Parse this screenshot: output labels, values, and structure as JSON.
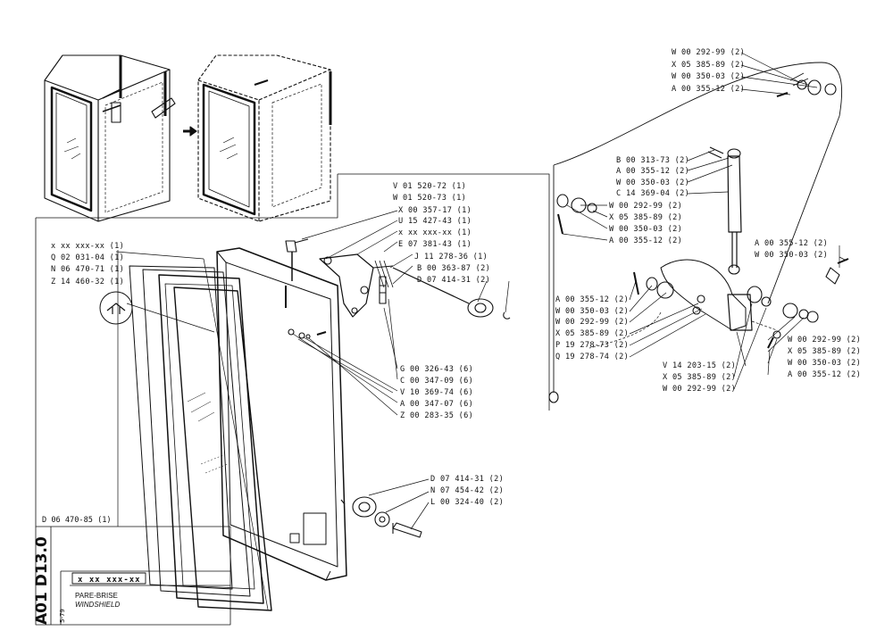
{
  "page": {
    "code": "A01 D13.0",
    "date": "5-79",
    "reference": "x xx xxx-xx",
    "title_fr": "PARE-BRISE",
    "title_en": "WINDSHIELD"
  },
  "left_labels": [
    "x xx xxx-xx (1)",
    "Q 02 031-04 (1)",
    "N 06 470-71 (1)",
    "Z 14 460-32 (1)"
  ],
  "bottom_left_label": "D 06 470-85 (1)",
  "hinge_labels_top": [
    "V 01 520-72 (1)",
    "W 01 520-73 (1)",
    "X 00 357-17 (1)",
    "U 15 427-43 (1)",
    "x xx xxx-xx (1)",
    "E 07 381-43 (1)",
    "J 11 278-36 (1)",
    "B 00 363-87 (2)",
    "D 07 414-31 (2)"
  ],
  "hinge_labels_bottom": [
    "G 00 326-43 (6)",
    "C 00 347-09 (6)",
    "V 10 369-74 (6)",
    "A 00 347-07 (6)",
    "Z 00 283-35 (6)"
  ],
  "lower_hinge_labels": [
    "D 07 414-31 (2)",
    "N 07 454-42 (2)",
    "L 00 324-40 (2)"
  ],
  "right_top_labels": [
    "W 00 292-99 (2)",
    "X 05 385-89 (2)",
    "W 00 350-03 (2)",
    "A 00 355-12 (2)"
  ],
  "right_mid_labels": [
    "B 00 313-73 (2)",
    "A 00 355-12 (2)",
    "W 00 350-03 (2)",
    "C 14 369-04 (2)",
    "W 00 292-99 (2)",
    "X 05 385-89 (2)",
    "W 00 350-03 (2)",
    "A 00 355-12 (2)"
  ],
  "right_side_labels": [
    "A 00 355-12 (2)",
    "W 00 350-03 (2)"
  ],
  "right_low_labels": [
    "A 00 355-12 (2)",
    "W 00 350-03 (2)",
    "W 00 292-99 (2)",
    "X 05 385-89 (2)",
    "P 19 278-73 (2)",
    "Q 19 278-74 (2)"
  ],
  "right_bottom_labels": [
    "V 14 203-15 (2)",
    "X 05 385-89 (2)",
    "W 00 292-99 (2)"
  ],
  "right_corner_labels": [
    "W 00 292-99 (2)",
    "X 05 385-89 (2)",
    "W 00 350-03 (2)",
    "A 00 355-12 (2)"
  ]
}
